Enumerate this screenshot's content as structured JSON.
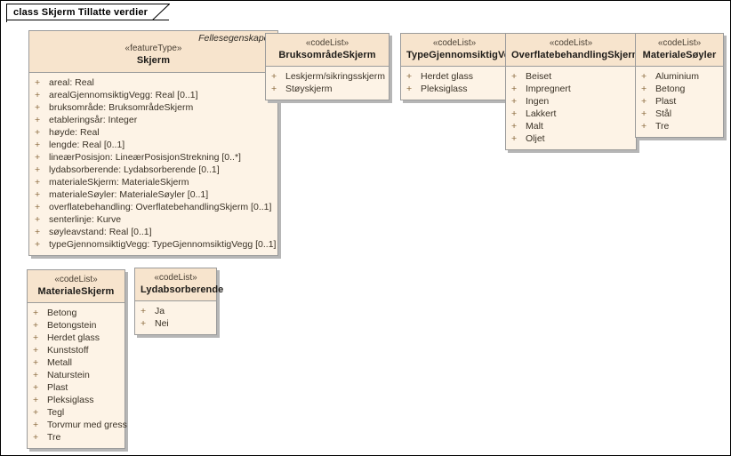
{
  "diagram": {
    "title": "class Skjerm Tillatte verdier",
    "background": "#ffffff",
    "box_fill": "#fdf3e6",
    "box_header_fill": "#f7e4cd",
    "box_border": "#9b9b9b",
    "visibility_marker": "+"
  },
  "classes": [
    {
      "id": "skjerm",
      "package": "Fellesegenskaper",
      "stereotype": "«featureType»",
      "name": "Skjerm",
      "attributes": [
        "areal: Real",
        "arealGjennomsiktigVegg: Real [0..1]",
        "bruksområde: BruksområdeSkjerm",
        "etableringsår: Integer",
        "høyde: Real",
        "lengde: Real [0..1]",
        "lineærPosisjon: LineærPosisjonStrekning [0..*]",
        "lydabsorberende: Lydabsorberende [0..1]",
        "materialeSkjerm: MaterialeSkjerm",
        "materialeSøyler: MaterialeSøyler [0..1]",
        "overflatebehandling: OverflatebehandlingSkjerm [0..1]",
        "senterlinje: Kurve",
        "søyleavstand: Real [0..1]",
        "typeGjennomsiktigVegg: TypeGjennomsiktigVegg [0..1]"
      ]
    },
    {
      "id": "bruksomrade",
      "stereotype": "«codeList»",
      "name": "BruksområdeSkjerm",
      "attributes": [
        "Leskjerm/sikringsskjerm",
        "Støyskjerm"
      ]
    },
    {
      "id": "typegjennomsiktigvegg",
      "stereotype": "«codeList»",
      "name": "TypeGjennomsiktigVegg",
      "attributes": [
        "Herdet glass",
        "Pleksiglass"
      ]
    },
    {
      "id": "overflatebehandling",
      "stereotype": "«codeList»",
      "name": "OverflatebehandlingSkjerm",
      "attributes": [
        "Beiset",
        "Impregnert",
        "Ingen",
        "Lakkert",
        "Malt",
        "Oljet"
      ]
    },
    {
      "id": "materialesoyler",
      "stereotype": "«codeList»",
      "name": "MaterialeSøyler",
      "attributes": [
        "Aluminium",
        "Betong",
        "Plast",
        "Stål",
        "Tre"
      ]
    },
    {
      "id": "materialeskjerm",
      "stereotype": "«codeList»",
      "name": "MaterialeSkjerm",
      "attributes": [
        "Betong",
        "Betongstein",
        "Herdet glass",
        "Kunststoff",
        "Metall",
        "Naturstein",
        "Plast",
        "Pleksiglass",
        "Tegl",
        "Torvmur med gress",
        "Tre"
      ]
    },
    {
      "id": "lydabsorberende",
      "stereotype": "«codeList»",
      "name": "Lydabsorberende",
      "attributes": [
        "Ja",
        "Nei"
      ]
    }
  ]
}
